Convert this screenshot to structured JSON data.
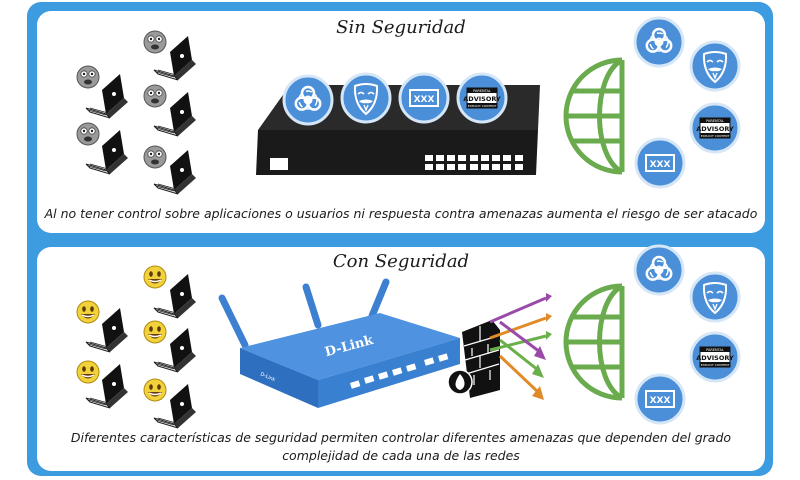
{
  "top": {
    "title": "Sin Seguridad",
    "caption": "Al no tener control sobre aplicaciones o usuarios ni respuesta contra amenazas aumenta el riesgo de ser atacado"
  },
  "bottom": {
    "title": "Con Seguridad",
    "caption_line1": "Diferentes características de seguridad permiten controlar diferentes amenazas que dependen del grado",
    "caption_line2": "complejidad de cada una de las redes",
    "router_brand": "D-Link",
    "router_brand_small": "D-Link"
  },
  "badges": {
    "xxx": "XXX",
    "advisory_top": "PARENTAL",
    "advisory_mid": "ADVISORY",
    "advisory_bottom": "EXPLICIT CONTENT"
  },
  "colors": {
    "frame": "#3d9be0",
    "badge_fill": "#4a8fd8",
    "globe": "#6aab4e",
    "arrow_purple": "#9a4aa8",
    "arrow_green": "#6ab04a",
    "arrow_orange": "#e08a28"
  }
}
